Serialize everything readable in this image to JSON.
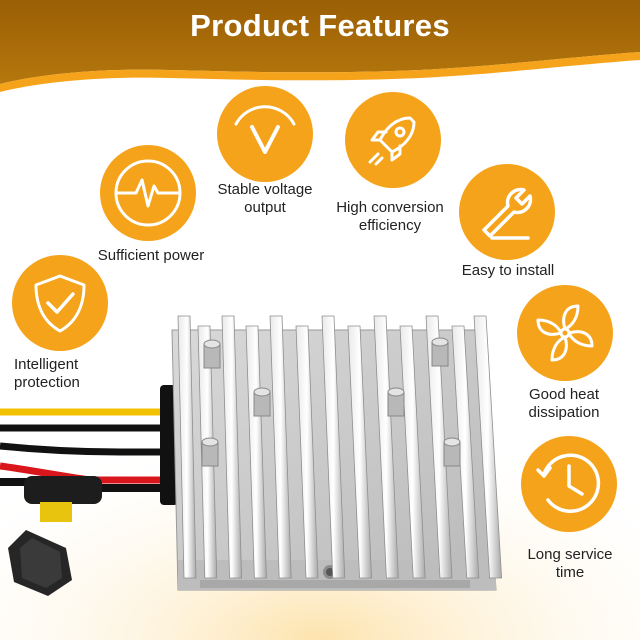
{
  "header": {
    "title": "Product Features"
  },
  "colors": {
    "accent": "#f5a31a",
    "banner": "#a86a06",
    "ring": "#f9c25a"
  },
  "features": [
    {
      "id": "sufficient-power",
      "label": "Sufficient power",
      "icon": "pulse-icon"
    },
    {
      "id": "stable-voltage",
      "label_lines": [
        "Stable voltage",
        "output"
      ],
      "icon": "gauge-v-icon"
    },
    {
      "id": "high-conversion",
      "label_lines": [
        "High conversion",
        "efficiency"
      ],
      "icon": "rocket-icon"
    },
    {
      "id": "easy-install",
      "label": "Easy to install",
      "icon": "wrench-icon"
    },
    {
      "id": "intelligent-protection",
      "label_lines": [
        "Intelligent",
        "protection"
      ],
      "icon": "shield-check-icon"
    },
    {
      "id": "heat-dissipation",
      "label_lines": [
        "Good heat",
        "dissipation"
      ],
      "icon": "fan-icon"
    },
    {
      "id": "long-service",
      "label_lines": [
        "Long service",
        "time"
      ],
      "icon": "clock-icon"
    }
  ],
  "product": {
    "name": "dc-dc-converter",
    "image": "aluminum-finned-converter-with-wires-and-fuse-holder"
  }
}
